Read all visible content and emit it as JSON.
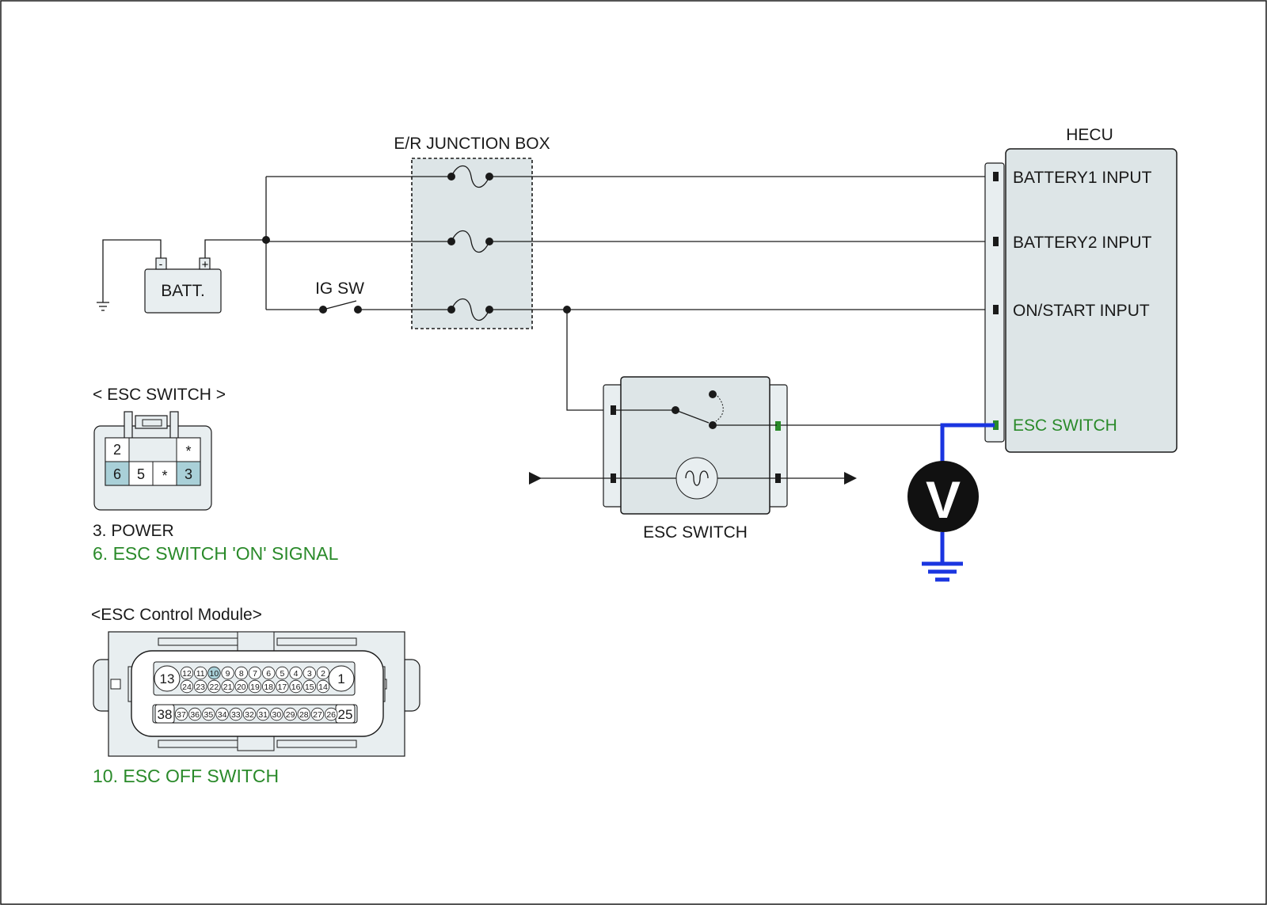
{
  "labels": {
    "junction_box": "E/R JUNCTION BOX",
    "hecu": "HECU",
    "batt": "BATT.",
    "ig_sw": "IG SW",
    "esc_switch_component": "ESC SWITCH"
  },
  "hecu_pins": {
    "battery1": "BATTERY1 INPUT",
    "battery2": "BATTERY2 INPUT",
    "on_start": "ON/START INPUT",
    "esc_switch": "ESC SWITCH"
  },
  "meter": {
    "symbol": "V"
  },
  "esc_switch_connector": {
    "title": "< ESC SWITCH >",
    "pins_top": [
      "2",
      "",
      "",
      "*"
    ],
    "pins_bottom": [
      "6",
      "5",
      "*",
      "3"
    ],
    "legend": [
      {
        "text": "3. POWER",
        "highlight": false
      },
      {
        "text": "6. ESC SWITCH 'ON' SIGNAL",
        "highlight": true
      }
    ]
  },
  "esc_module_connector": {
    "title": "<ESC Control Module>",
    "big_top_left": "13",
    "big_top_right": "1",
    "row1": [
      "12",
      "11",
      "10",
      "9",
      "8",
      "7",
      "6",
      "5",
      "4",
      "3",
      "2"
    ],
    "row2": [
      "24",
      "23",
      "22",
      "21",
      "20",
      "19",
      "18",
      "17",
      "16",
      "15",
      "14"
    ],
    "big_bottom_left": "38",
    "big_bottom_right": "25",
    "row3": [
      "37",
      "36",
      "35",
      "34",
      "33",
      "32",
      "31",
      "30",
      "29",
      "28",
      "27",
      "26"
    ],
    "highlight_pin": "10",
    "legend": "10. ESC OFF SWITCH"
  },
  "colors": {
    "highlight_pin": "#a9d0d8",
    "signal_green": "#2a8a2a",
    "probe_blue": "#1a35e0"
  }
}
